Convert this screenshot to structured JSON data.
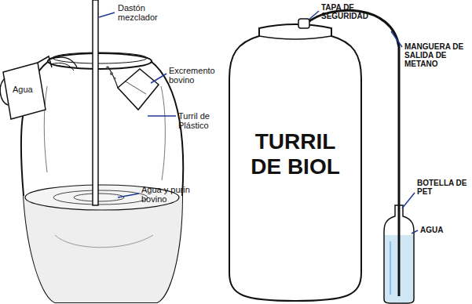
{
  "diagram": {
    "nodes": [
      {
        "text": [
          "TURRIL DE BIOL"
        ]
      }
    ],
    "labels": [
      "Dastón mezclador",
      "Agua",
      "Excremento bovino",
      "Turril de Plástico",
      "Agua y purin bovino",
      "TAPA DE SEGURIDAD",
      "MANGUERA DE SALIDA DE METANO",
      "BOTELLA DE PET",
      "AGUA"
    ]
  }
}
